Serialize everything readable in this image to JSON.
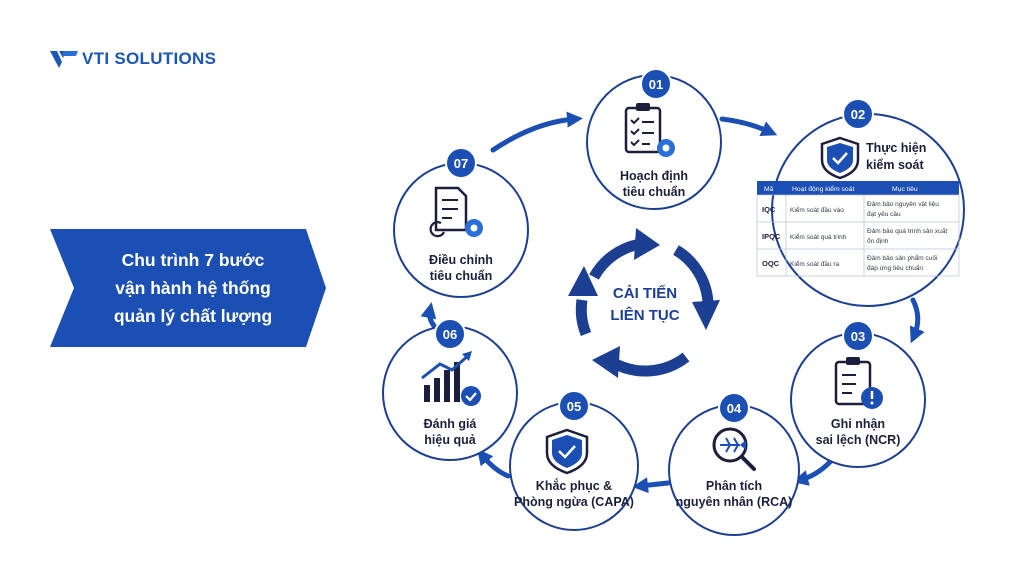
{
  "brand": {
    "logo_text": "VTI SOLUTIONS",
    "logo_color": "#1c56b6"
  },
  "banner": {
    "lines": [
      "Chu trình 7 bước",
      "vận hành hệ thống",
      "quản lý chất lượng"
    ],
    "color": "#1c4fb3"
  },
  "center": {
    "lines": [
      "CẢI TIẾN",
      "LIÊN TỤC"
    ]
  },
  "colors": {
    "primary": "#1c4fb3",
    "dark": "#1c3f91",
    "circle_stroke": "#1c3f91"
  },
  "steps": [
    {
      "number": "01",
      "title_lines": [
        "Hoạch định",
        "tiêu chuẩn"
      ],
      "icon": "clipboard-gear-icon"
    },
    {
      "number": "02",
      "title_lines": [
        "Thực hiện",
        "kiểm soát"
      ],
      "icon": "shield-check-icon"
    },
    {
      "number": "03",
      "title_lines": [
        "Ghi nhận",
        "sai lệch (NCR)"
      ],
      "icon": "clipboard-alert-icon"
    },
    {
      "number": "04",
      "title_lines": [
        "Phân tích",
        "nguyên nhân (RCA)"
      ],
      "icon": "fishbone-magnifier-icon"
    },
    {
      "number": "05",
      "title_lines": [
        "Khắc phục &",
        "Phòng ngừa (CAPA)"
      ],
      "icon": "shield-check-icon"
    },
    {
      "number": "06",
      "title_lines": [
        "Đánh giá",
        "hiệu quả"
      ],
      "icon": "growth-chart-check-icon"
    },
    {
      "number": "07",
      "title_lines": [
        "Điều chỉnh",
        "tiêu chuẩn"
      ],
      "icon": "document-refresh-gear-icon"
    }
  ],
  "control_table": {
    "headers": [
      "Mã",
      "Hoạt động kiểm soát",
      "Mục tiêu"
    ],
    "rows": [
      {
        "code": "IQC",
        "activity": "Kiểm soát đầu vào",
        "goal_lines": [
          "Đảm bảo nguyên vật liệu",
          "đạt yêu cầu"
        ]
      },
      {
        "code": "IPQC",
        "activity": "Kiểm soát quá trình",
        "goal_lines": [
          "Đảm bảo quá trình sản xuất",
          "ổn định"
        ]
      },
      {
        "code": "OQC",
        "activity": "Kiểm soát đầu ra",
        "goal_lines": [
          "Đảm bảo sản phẩm cuối",
          "đáp ứng tiêu chuẩn"
        ]
      }
    ]
  }
}
